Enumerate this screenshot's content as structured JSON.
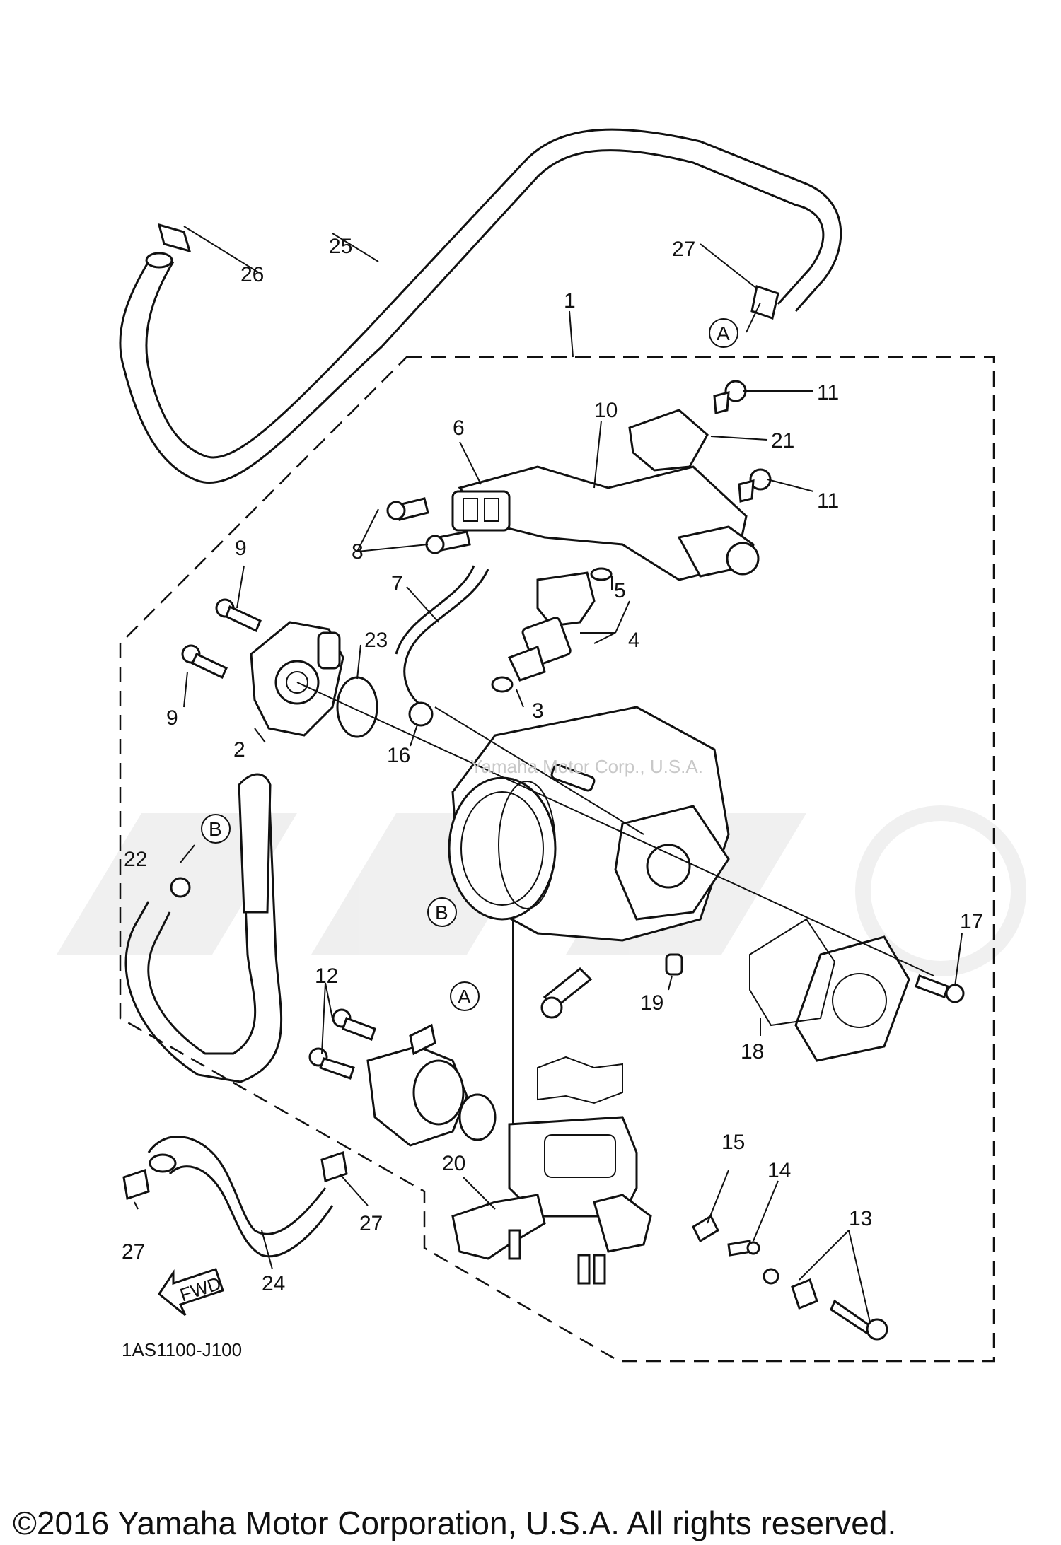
{
  "diagram": {
    "part_code": "1AS1100-J100",
    "copyright": "©2016 Yamaha Motor Corporation, U.S.A. All rights reserved.",
    "watermark": "Yamaha Motor Corp., U.S.A.",
    "fwd_label": "FWD",
    "callouts": [
      "1",
      "2",
      "3",
      "4",
      "5",
      "6",
      "7",
      "8",
      "9",
      "9",
      "10",
      "11",
      "11",
      "12",
      "13",
      "14",
      "15",
      "16",
      "17",
      "18",
      "19",
      "20",
      "21",
      "22",
      "23",
      "24",
      "25",
      "26",
      "27",
      "27",
      "27"
    ],
    "connectors": [
      "A",
      "A",
      "B",
      "B"
    ]
  }
}
